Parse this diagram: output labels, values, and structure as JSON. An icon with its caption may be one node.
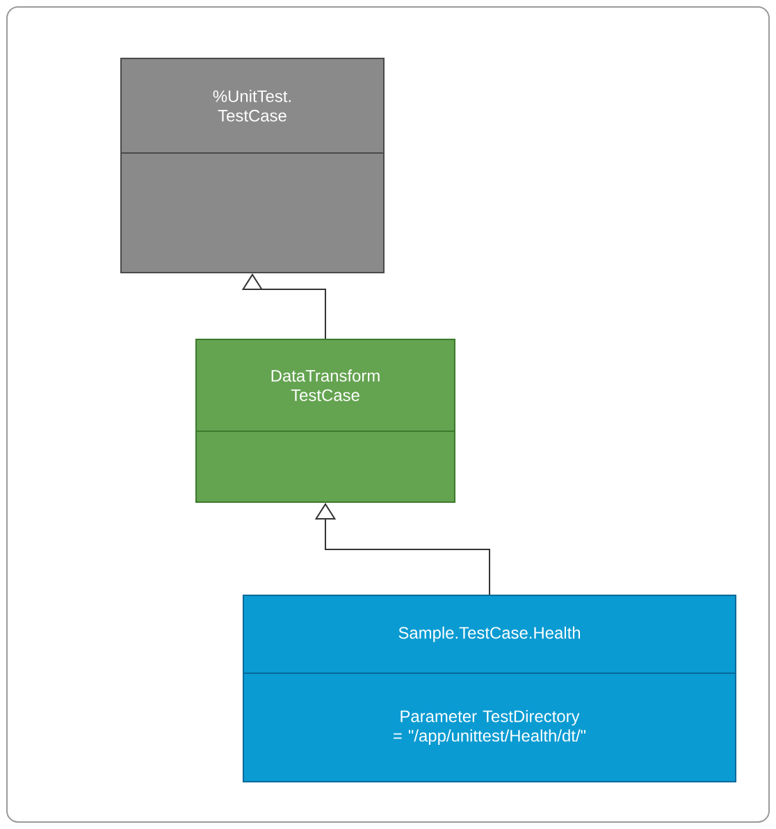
{
  "diagram": {
    "nodes": [
      {
        "text": [],
        "shape": "box"
      },
      {
        "text": [
          "%UnitTest. TestCase"
        ],
        "in": 0
      },
      {
        "text": [
          "DataTransform TestCase"
        ],
        "in": 0
      },
      {
        "text": [
          "Sample.TestCase.Health",
          "Parameter TestDirectory = \"/app/unittest/Health/dt/\""
        ],
        "in": 0
      }
    ],
    "edges": [
      {
        "from": 2,
        "to": 1,
        "arrow": "to"
      },
      {
        "from": 3,
        "to": 2,
        "arrow": "to"
      }
    ]
  }
}
